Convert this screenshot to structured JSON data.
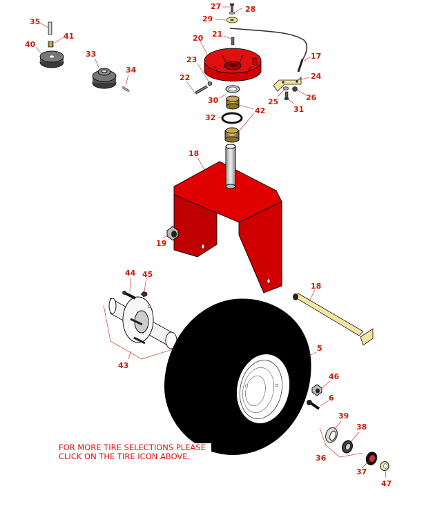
{
  "diagram": {
    "callouts": {
      "c5": "5",
      "c6": "6",
      "c17": "17",
      "c18a": "18",
      "c18b": "18",
      "c19": "19",
      "c20": "20",
      "c21": "21",
      "c22": "22",
      "c23": "23",
      "c24": "24",
      "c25": "25",
      "c26": "26",
      "c27": "27",
      "c28": "28",
      "c29": "29",
      "c30": "30",
      "c31": "31",
      "c32": "32",
      "c33": "33",
      "c34": "34",
      "c35": "35",
      "c36": "36",
      "c37": "37",
      "c38": "38",
      "c39": "39",
      "c40": "40",
      "c41": "41",
      "c42": "42",
      "c43": "43",
      "c44": "44",
      "c45": "45",
      "c46": "46",
      "c47": "47"
    },
    "colors": {
      "frame": "#d40000",
      "callout": "#d01a0a",
      "tire": "#000000",
      "axle": "#f2e6a0",
      "brass": "#a88a2e"
    }
  },
  "note": {
    "line1": "FOR MORE TIRE SELECTIONS PLEASE",
    "line2": "CLICK ON THE TIRE ICON ABOVE."
  }
}
